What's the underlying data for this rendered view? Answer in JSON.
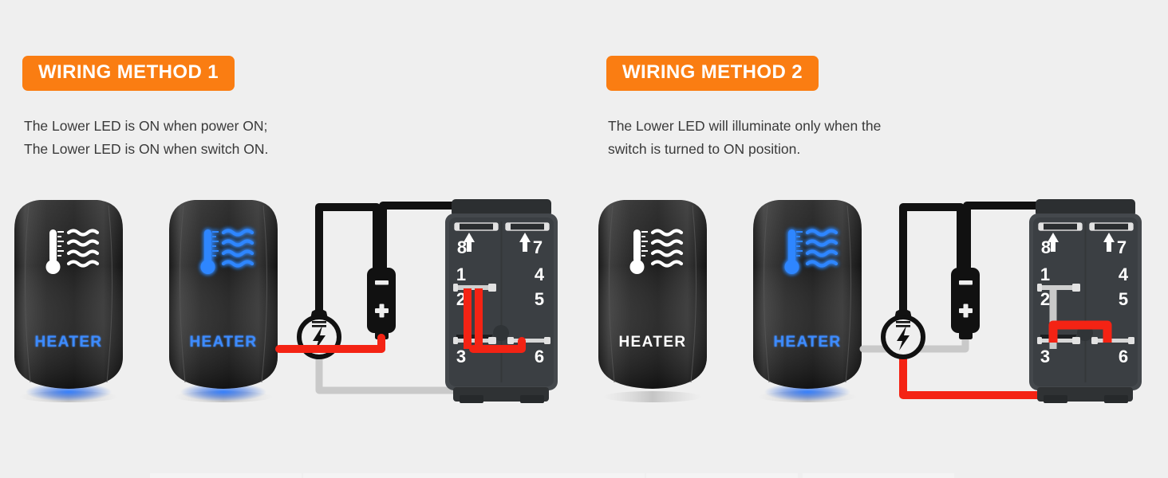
{
  "page": {
    "background_color": "#efefef",
    "accent_color": "#fa7d12",
    "text_color": "#3a3a3a",
    "led_blue": "#1f6fff",
    "wire_red": "#f42314",
    "wire_black": "#111111",
    "wire_gray": "#c9c9c9"
  },
  "methods": [
    {
      "badge_label": "WIRING METHOD 1",
      "description_line1": "The Lower LED is ON when power ON;",
      "description_line2": "The Lower LED is ON when switch ON.",
      "switches": [
        {
          "label": "HEATER",
          "icon_name": "thermometer-heat-icon",
          "label_color": "blue",
          "icon_color": "white",
          "base_glow": true
        },
        {
          "label": "HEATER",
          "icon_name": "thermometer-heat-icon",
          "label_color": "blue",
          "icon_color": "blue",
          "base_glow": true
        }
      ],
      "bulb": {
        "icon_name": "light-bulb-icon",
        "inner_glyph": "lightning-bolt"
      },
      "battery": {
        "negative_symbol": "–",
        "positive_symbol": "+"
      },
      "terminals": {
        "top_left": "8",
        "top_right": "7",
        "mid_left_upper": "1",
        "mid_left_lower": "2",
        "mid_right_upper": "4",
        "mid_right_lower": "5",
        "bottom_left": "3",
        "bottom_right": "6"
      },
      "wires": [
        {
          "color": "black",
          "from": "battery-negative",
          "to": "terminal-8"
        },
        {
          "color": "black",
          "from": "battery-negative",
          "to": "terminal-7"
        },
        {
          "color": "black",
          "from": "battery-negative",
          "to": "bulb"
        },
        {
          "color": "red",
          "from": "battery-positive",
          "to": "terminal-2"
        },
        {
          "color": "red",
          "from": "battery-positive",
          "to": "terminal-6"
        },
        {
          "color": "gray",
          "from": "bulb",
          "to": "terminal-3"
        }
      ]
    },
    {
      "badge_label": "WIRING METHOD 2",
      "description_line1": "The Lower LED will illuminate only when the",
      "description_line2": "switch is turned to ON position.",
      "switches": [
        {
          "label": "HEATER",
          "icon_name": "thermometer-heat-icon",
          "label_color": "white",
          "icon_color": "white",
          "base_glow": false
        },
        {
          "label": "HEATER",
          "icon_name": "thermometer-heat-icon",
          "label_color": "blue",
          "icon_color": "blue",
          "base_glow": true
        }
      ],
      "bulb": {
        "icon_name": "light-bulb-icon",
        "inner_glyph": "lightning-bolt"
      },
      "battery": {
        "negative_symbol": "–",
        "positive_symbol": "+"
      },
      "terminals": {
        "top_left": "8",
        "top_right": "7",
        "mid_left_upper": "1",
        "mid_left_lower": "2",
        "mid_right_upper": "4",
        "mid_right_lower": "5",
        "bottom_left": "3",
        "bottom_right": "6"
      },
      "wires": [
        {
          "color": "black",
          "from": "battery-negative",
          "to": "terminal-8"
        },
        {
          "color": "black",
          "from": "battery-negative",
          "to": "terminal-7"
        },
        {
          "color": "black",
          "from": "battery-negative",
          "to": "bulb"
        },
        {
          "color": "gray",
          "from": "battery-positive",
          "to": "terminal-2"
        },
        {
          "color": "red",
          "from": "bulb",
          "to": "terminal-3"
        },
        {
          "color": "red",
          "from": "terminal-3",
          "to": "terminal-6"
        }
      ]
    }
  ]
}
